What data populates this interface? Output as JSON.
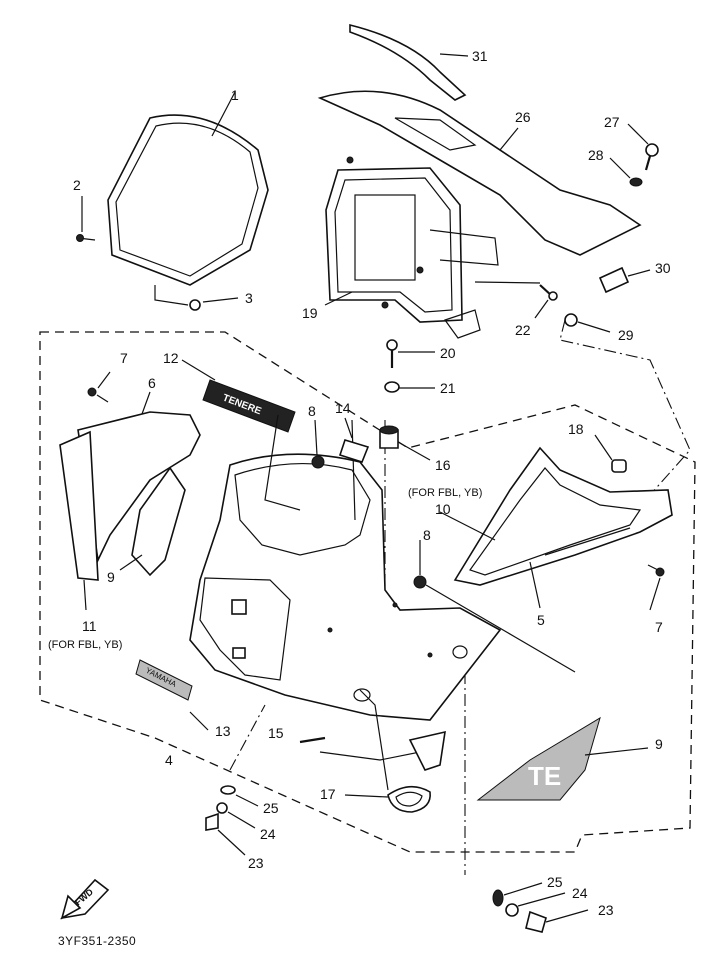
{
  "callouts": {
    "n1": "1",
    "n2": "2",
    "n3": "3",
    "n4": "4",
    "n5": "5",
    "n6": "6",
    "n7a": "7",
    "n7b": "7",
    "n8a": "8",
    "n8b": "8",
    "n9a": "9",
    "n9b": "9",
    "n10": "10",
    "n11": "11",
    "n12": "12",
    "n13": "13",
    "n14": "14",
    "n15": "15",
    "n16": "16",
    "n17": "17",
    "n18": "18",
    "n19": "19",
    "n20": "20",
    "n21": "21",
    "n22": "22",
    "n23a": "23",
    "n23b": "23",
    "n24a": "24",
    "n24b": "24",
    "n25a": "25",
    "n25b": "25",
    "n26": "26",
    "n27": "27",
    "n28": "28",
    "n29": "29",
    "n30": "30",
    "n31": "31"
  },
  "notes": {
    "fbl_yb_left": "(FOR FBL, YB)",
    "fbl_yb_center": "(FOR FBL, YB)"
  },
  "labels": {
    "tenere_emblem": "TENERE",
    "yamaha_emblem": "YAMAHA",
    "decal_text": "TE",
    "fwd_arrow": "FWD"
  },
  "diagram_code": "3YF351-2350"
}
